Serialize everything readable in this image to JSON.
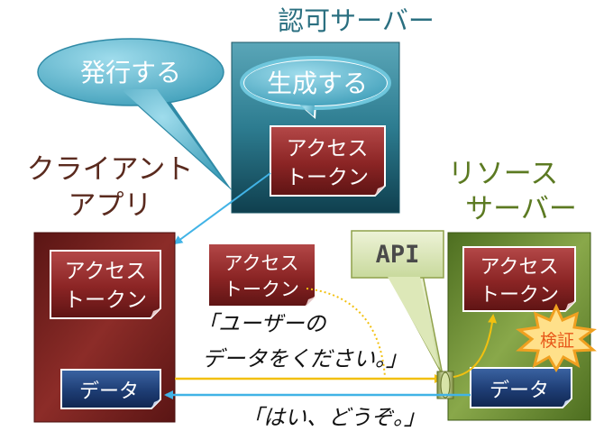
{
  "labels": {
    "auth_server": "認可サーバー",
    "client_app_line1": "クライアント",
    "client_app_line2": "アプリ",
    "resource_server_line1": "リソース",
    "resource_server_line2": "サーバー",
    "issue_callout": "発行する",
    "generate_callout": "生成する",
    "api_label": "API",
    "verify_badge": "検証"
  },
  "token": {
    "line1": "アクセス",
    "line2": "トークン"
  },
  "data_label": "データ",
  "messages": {
    "request_line1": "「ユーザーの",
    "request_line2": "データをください。」",
    "response": "「はい、どうぞ。」"
  },
  "colors": {
    "auth_server": "#2e7f92",
    "client_app": "#7a1f1e",
    "resource_server": "#6f8f32",
    "token": "#8a2424",
    "data_card": "#1e3d74",
    "callout": "#4aaec8",
    "label_text": "#5a2a1e",
    "resource_text": "#5c7a22",
    "auth_text": "#2a6f80",
    "arrow_yellow": "#f2c010",
    "arrow_blue": "#41b3e6"
  }
}
